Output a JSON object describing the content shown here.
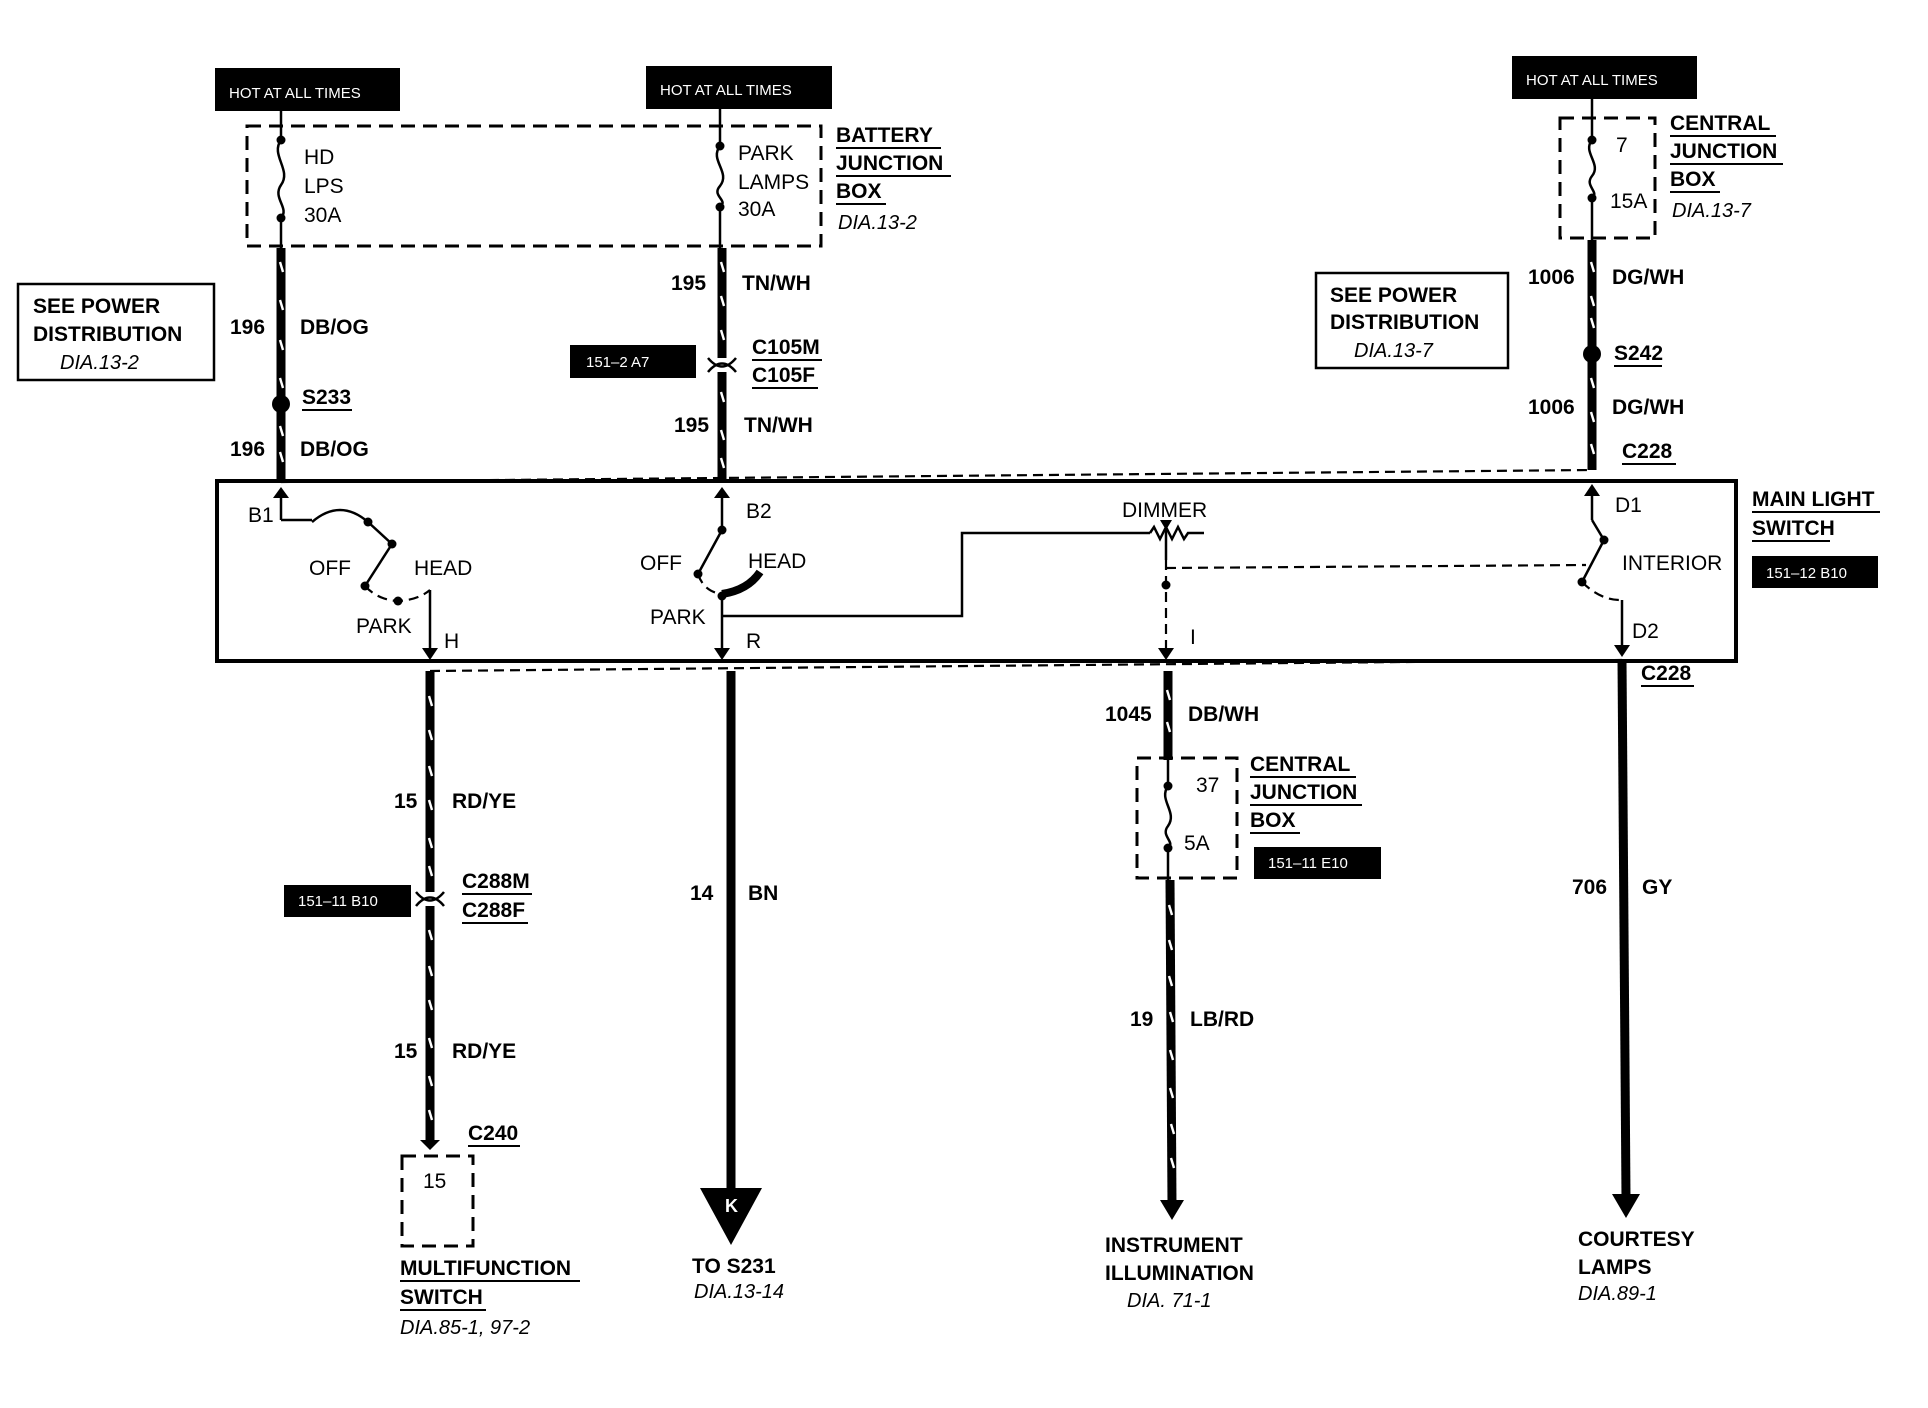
{
  "hot_at_all_times": "HOT AT ALL TIMES",
  "battery_junction_box": {
    "title_lines": [
      "BATTERY",
      "JUNCTION",
      "BOX"
    ],
    "ref": "DIA.13-2",
    "fuse_hd": {
      "lines": [
        "HD",
        "LPS",
        "30A"
      ]
    },
    "fuse_park": {
      "lines": [
        "PARK",
        "LAMPS",
        "30A"
      ]
    }
  },
  "central_junction_box_top": {
    "title_lines": [
      "CENTRAL",
      "JUNCTION",
      "BOX"
    ],
    "ref": "DIA.13-7",
    "fuse_number": "7",
    "fuse_rating": "15A"
  },
  "see_power_left": {
    "lines": [
      "SEE POWER",
      "DISTRIBUTION"
    ],
    "ref": "DIA.13-2"
  },
  "see_power_right": {
    "lines": [
      "SEE POWER",
      "DISTRIBUTION"
    ],
    "ref": "DIA.13-7"
  },
  "wires": {
    "w196_top": {
      "num": "196",
      "color": "DB/OG"
    },
    "s233": "S233",
    "w196_bot": {
      "num": "196",
      "color": "DB/OG"
    },
    "w195_top": {
      "num": "195",
      "color": "TN/WH"
    },
    "c105m": "C105M",
    "c105f": "C105F",
    "w195_bot": {
      "num": "195",
      "color": "TN/WH"
    },
    "w1006_top": {
      "num": "1006",
      "color": "DG/WH"
    },
    "s242": "S242",
    "w1006_bot": {
      "num": "1006",
      "color": "DG/WH"
    },
    "c228_top": "C228",
    "w15_top": {
      "num": "15",
      "color": "RD/YE"
    },
    "c288m": "C288M",
    "c288f": "C288F",
    "w15_bot": {
      "num": "15",
      "color": "RD/YE"
    },
    "c240": "C240",
    "w14": {
      "num": "14",
      "color": "BN"
    },
    "w1045": {
      "num": "1045",
      "color": "DB/WH"
    },
    "w19": {
      "num": "19",
      "color": "LB/RD"
    },
    "w706": {
      "num": "706",
      "color": "GY"
    },
    "c228_bot": "C228"
  },
  "tags": {
    "t151_2_a7": "151–2 A7",
    "t151_11_b10": "151–11 B10",
    "t151_11_e10": "151–11 E10",
    "t151_12_b10": "151–12 B10"
  },
  "main_light_switch": {
    "title_lines": [
      "MAIN LIGHT",
      "SWITCH"
    ],
    "b1": "B1",
    "b2": "B2",
    "d1": "D1",
    "d2": "D2",
    "h": "H",
    "r": "R",
    "i": "I",
    "off1": "OFF",
    "head1": "HEAD",
    "park1": "PARK",
    "off2": "OFF",
    "head2": "HEAD",
    "park2": "PARK",
    "dimmer": "DIMMER",
    "interior": "INTERIOR"
  },
  "central_junction_box_mid": {
    "title_lines": [
      "CENTRAL",
      "JUNCTION",
      "BOX"
    ],
    "fuse_number": "37",
    "fuse_rating": "5A"
  },
  "multifunction_switch": {
    "pin": "15",
    "title_lines": [
      "MULTIFUNCTION",
      "SWITCH"
    ],
    "ref": "DIA.85-1, 97-2"
  },
  "to_s231": {
    "arrow_letter": "K",
    "title": "TO S231",
    "ref": "DIA.13-14"
  },
  "instrument_illumination": {
    "title_lines": [
      "INSTRUMENT",
      "ILLUMINATION"
    ],
    "ref": "DIA. 71-1"
  },
  "courtesy_lamps": {
    "title_lines": [
      "COURTESY",
      "LAMPS"
    ],
    "ref": "DIA.89-1"
  }
}
